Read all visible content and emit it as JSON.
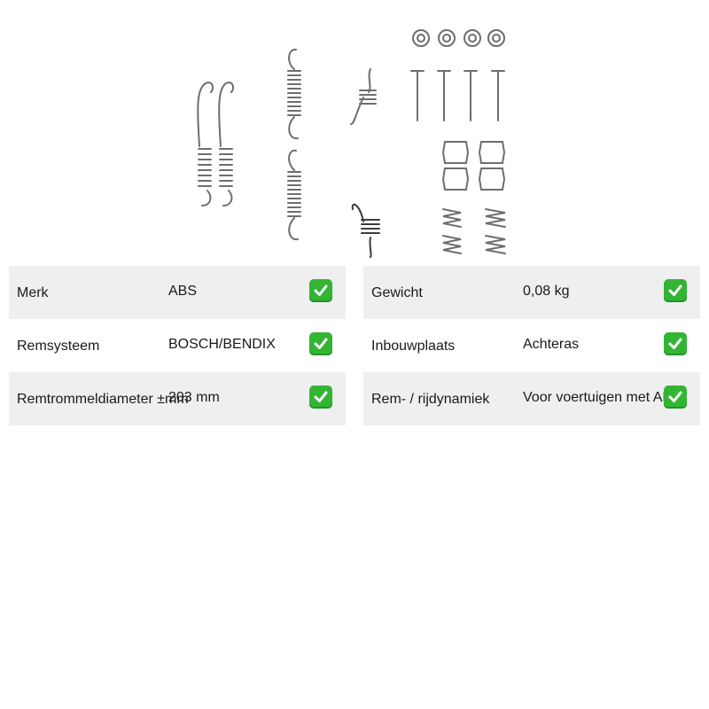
{
  "specs_left": [
    {
      "label": "Merk",
      "value": "ABS",
      "status": "check-icon"
    },
    {
      "label": "Remsysteem",
      "value": "BOSCH/BENDIX",
      "status": "check-icon"
    },
    {
      "label": "Remtrommeldiameter ±mm",
      "value": "203 mm",
      "status": "check-icon"
    }
  ],
  "specs_right": [
    {
      "label": "Gewicht",
      "value": "0,08 kg",
      "status": "check-icon"
    },
    {
      "label": "Inbouwplaats",
      "value": "Achteras",
      "status": "check-icon"
    },
    {
      "label": "Rem- / rijdynamiek",
      "value": "Voor voertuigen met ABS",
      "status": "check-icon"
    }
  ],
  "colors": {
    "row_shade": "#efefef",
    "check_green": "#33b534"
  }
}
